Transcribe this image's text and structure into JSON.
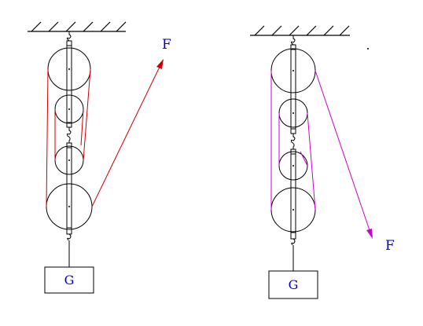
{
  "diagram_left": {
    "force_label": "F",
    "weight_label": "G",
    "rope_color": "#cc0000"
  },
  "diagram_right": {
    "force_label": "F",
    "weight_label": "G",
    "rope_color": "#cc00cc"
  },
  "colors": {
    "structure": "#000000",
    "label": "#0000cc"
  }
}
